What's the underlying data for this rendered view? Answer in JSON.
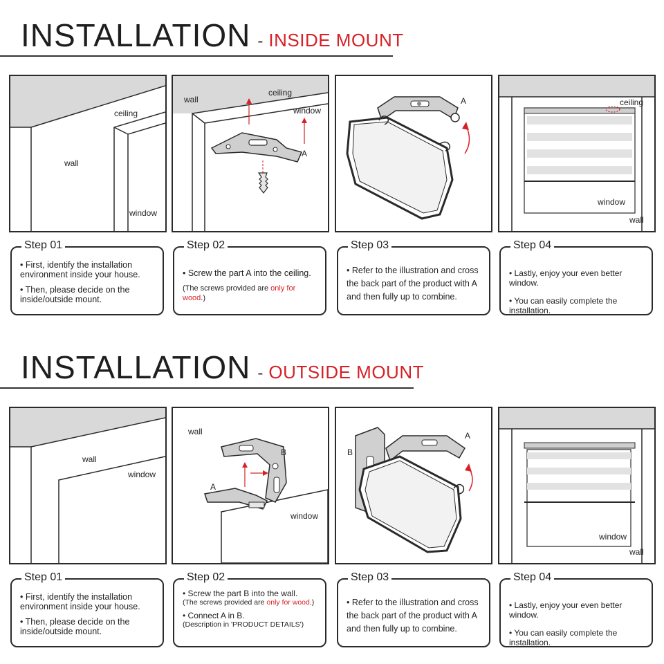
{
  "sections": [
    {
      "title": "INSTALLATION",
      "dash": "-",
      "subtitle": "INSIDE MOUNT",
      "panels": [
        {
          "labels": {
            "ceiling": "ceiling",
            "wall": "wall",
            "window": "window"
          }
        },
        {
          "labels": {
            "wall": "wall",
            "ceiling": "ceiling",
            "window": "window",
            "part": "A"
          }
        },
        {
          "labels": {
            "part": "A"
          }
        },
        {
          "labels": {
            "ceiling": "ceiling",
            "window": "window",
            "wall": "wall"
          }
        }
      ],
      "steps": [
        {
          "label": "Step 01",
          "p1": "• First, identify the installation environment inside your house.",
          "p2": "• Then, please decide on the inside/outside mount."
        },
        {
          "label": "Step 02",
          "p1": "• Screw the part A into the ceiling.",
          "p2_a": "(The screws provided are ",
          "p2_red": "only for wood",
          "p2_b": ".)"
        },
        {
          "label": "Step 03",
          "p1": "• Refer to the illustration and cross the back part of the product with A and then fully up to combine."
        },
        {
          "label": "Step 04",
          "p1": "• Lastly, enjoy your even better window.",
          "p2": "• You can easily complete the installation."
        }
      ]
    },
    {
      "title": "INSTALLATION",
      "dash": "-",
      "subtitle": "OUTSIDE MOUNT",
      "panels": [
        {
          "labels": {
            "wall": "wall",
            "window": "window"
          }
        },
        {
          "labels": {
            "wall": "wall",
            "partA": "A",
            "partB": "B",
            "window": "window"
          }
        },
        {
          "labels": {
            "partA": "A",
            "partB": "B"
          }
        },
        {
          "labels": {
            "window": "window",
            "wall": "wall"
          }
        }
      ],
      "steps": [
        {
          "label": "Step 01",
          "p1": "• First, identify the installation environment inside your house.",
          "p2": "• Then, please decide on the inside/outside mount."
        },
        {
          "label": "Step 02",
          "p1": "• Screw the part B into the wall.",
          "p2_a": "(The screws provided are ",
          "p2_red": "only for wood",
          "p2_b": ".)",
          "p3": "• Connect A in B.",
          "p4": "(Description in 'PRODUCT DETAILS')"
        },
        {
          "label": "Step 03",
          "p1": "• Refer to the illustration and cross the back part of the product with A and then fully up to combine."
        },
        {
          "label": "Step 04",
          "p1": "• Lastly, enjoy your even better window.",
          "p2": "• You can easily complete the installation."
        }
      ]
    }
  ],
  "colors": {
    "accent": "#d62128",
    "line": "#2a2a2a",
    "shade": "#d9d9d9"
  }
}
